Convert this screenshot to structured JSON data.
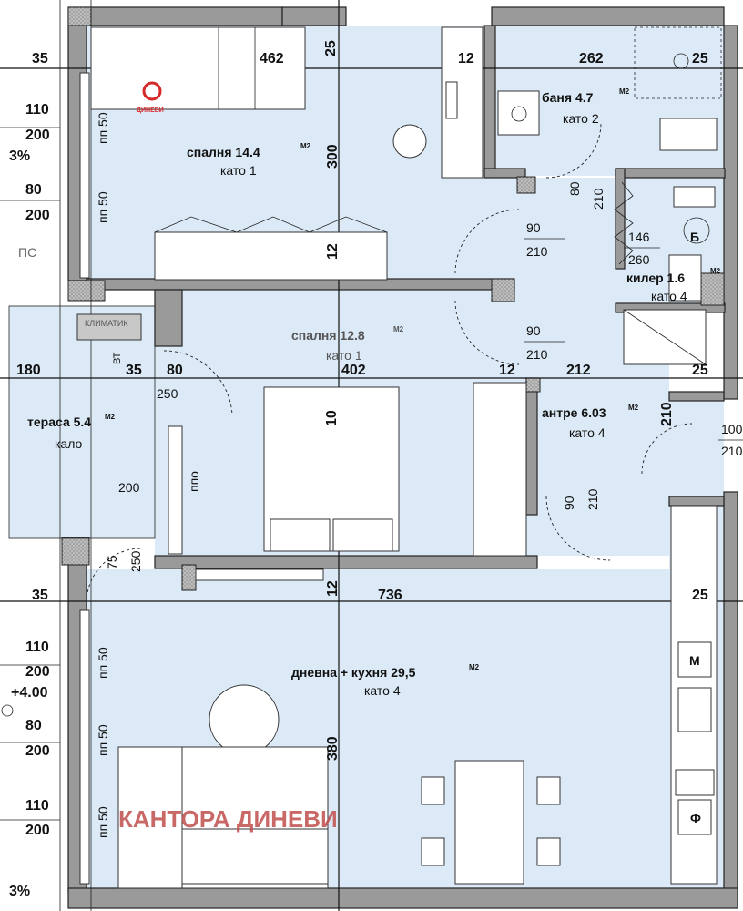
{
  "rooms": {
    "bedroom1": {
      "name": "спалня 14.4",
      "unit": "М2",
      "floor": "като 1"
    },
    "bedroom2": {
      "name": "спалня 12.8",
      "unit": "М2",
      "floor": "като 1"
    },
    "bath": {
      "name": "баня 4.7",
      "unit": "М2",
      "floor": "като 2"
    },
    "storage": {
      "name": "килер 1.6",
      "unit": "М2",
      "floor": "като 4"
    },
    "hall": {
      "name": "антре 6.03",
      "unit": "М2",
      "floor": "като 4"
    },
    "terrace": {
      "name": "тераса 5.4",
      "unit": "М2",
      "floor": "кало"
    },
    "living": {
      "name": "дневна + кухня 29,5",
      "unit": "М2",
      "floor": "като 4"
    }
  },
  "dims": {
    "d35_top": "35",
    "d462": "462",
    "d25_a": "25",
    "d12_a": "12",
    "d262": "262",
    "d25_b": "25",
    "d110_a": "110",
    "d200_a": "200",
    "d3pct_a": "3%",
    "d80_a": "80",
    "d200_b": "200",
    "pn50_a": "пп 50",
    "pn50_b": "пп 50",
    "ps": "ПС",
    "d300": "300",
    "d80_b": "80",
    "d210_a": "210",
    "d90_a": "90",
    "d210_b": "210",
    "d146": "146",
    "d260": "260",
    "d12_b": "12",
    "d90_b": "90",
    "d210_c": "210",
    "d180": "180",
    "d35_b": "35",
    "d80_c": "80",
    "d402": "402",
    "d12_c": "12",
    "d212": "212",
    "d25_c": "25",
    "d250_a": "250",
    "d210_d": "210",
    "d100": "100",
    "d210_e": "210",
    "d200_c": "200",
    "ppo": "ппо",
    "d90_c": "90",
    "d210_f": "210",
    "d75": "75",
    "d250_b": "250",
    "d35_c": "35",
    "d736": "736",
    "d12_d": "12",
    "d25_d": "25",
    "d110_b": "110",
    "d200_d": "200",
    "level": "+4.00",
    "d80_d": "80",
    "d200_e": "200",
    "d110_c": "110",
    "d200_f": "200",
    "d3pct_b": "3%",
    "pn50_c": "пп 50",
    "pn50_d": "пп 50",
    "pn50_e": "пп 50",
    "d380": "380",
    "d10": "10"
  },
  "labels": {
    "ac": "КЛИМАТИК",
    "vt": "ВТ",
    "boiler": "Б",
    "stove_letter": "Ф",
    "micro_letter": "М",
    "logo_text": "ДИНЕВИ"
  },
  "watermark": "КАНТОРА ДИНЕВИ",
  "colors": {
    "floor": "#dceaf7",
    "wall": "#9a9a9a",
    "watermark": "#c0504d",
    "logo": "#d62828"
  }
}
